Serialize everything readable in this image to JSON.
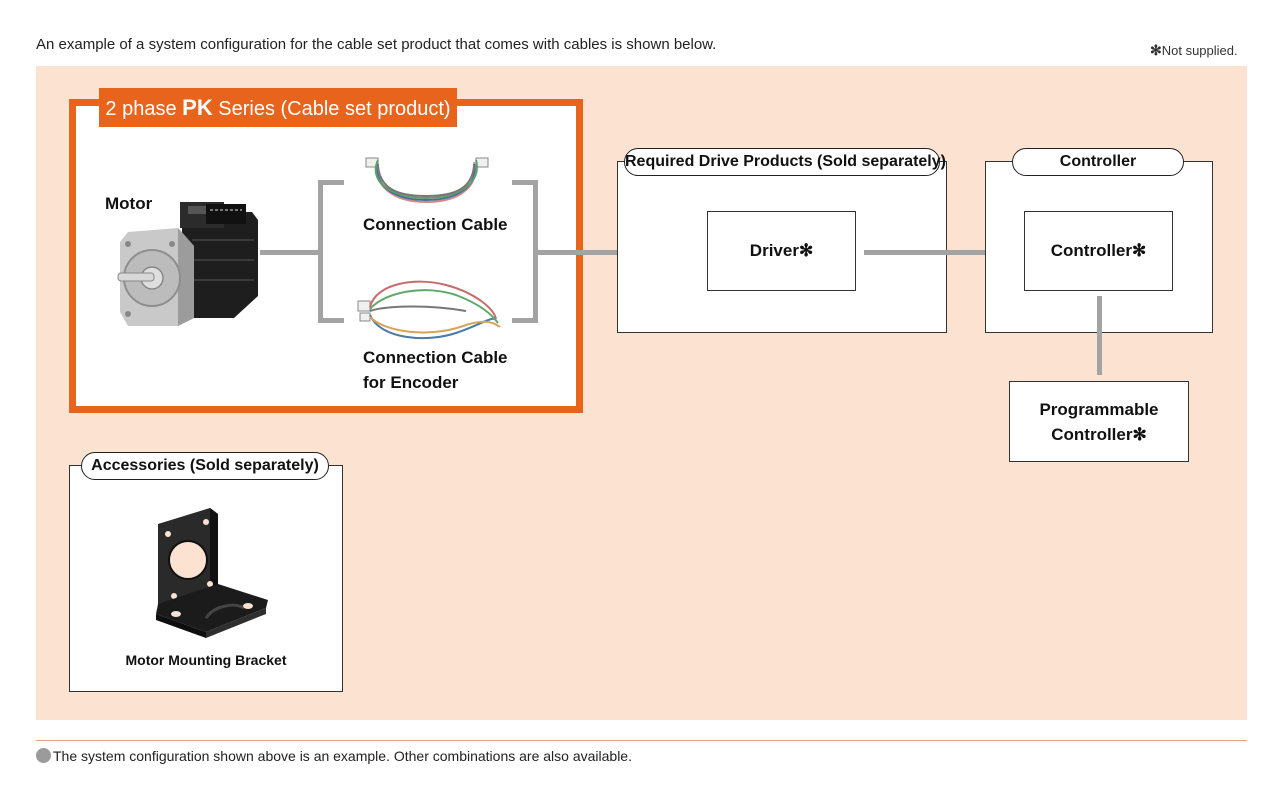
{
  "intro_text": "An example of a system configuration for the cable set product that comes with cables is shown below.",
  "not_supplied": {
    "mark": "✻",
    "text": "Not supplied."
  },
  "series": {
    "prefix": "2 phase ",
    "name": "PK",
    "suffix": " Series (Cable set product)"
  },
  "motor_label": "Motor",
  "cable1_label": "Connection Cable",
  "cable2_label_line1": "Connection Cable",
  "cable2_label_line2": "for Encoder",
  "drive_group_title": "Required Drive Products (Sold separately)",
  "driver_label": "Driver✻",
  "controller_group_title": "Controller",
  "controller_label": "Controller✻",
  "plc_label_line1": "Programmable",
  "plc_label_line2": "Controller✻",
  "accessories_title": "Accessories (Sold separately)",
  "bracket_label": "Motor Mounting Bracket",
  "footer_text": "The system configuration shown above is an example. Other combinations are also available.",
  "colors": {
    "panel": "#fce3d1",
    "accent": "#e8641c",
    "connector": "#a3a3a3"
  },
  "icons": [
    "stepper-motor-image",
    "cable-image",
    "encoder-cable-image",
    "mounting-bracket-image"
  ]
}
